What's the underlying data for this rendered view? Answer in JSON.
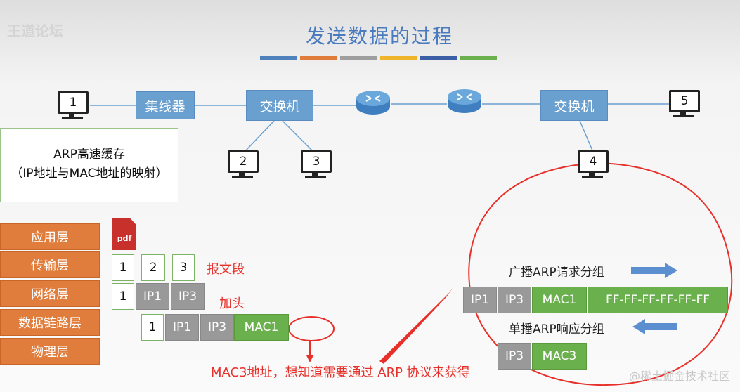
{
  "watermark": "王道论坛",
  "title": "发送数据的过程",
  "colors": {
    "title": "#4a7bbf",
    "bars": [
      "#4f81bd",
      "#e07d3c",
      "#9e9e9e",
      "#f0b429",
      "#3b5ea6",
      "#6ab04c"
    ],
    "device": "#6aa0d0",
    "layer": "#e07d3c",
    "header_gray": "#999999",
    "mac_green": "#6ab04c",
    "annotation_red": "#e8302a"
  },
  "network": {
    "hosts": [
      "1",
      "2",
      "3",
      "4",
      "5"
    ],
    "hub": "集线器",
    "switch_left": "交换机",
    "switch_right": "交换机",
    "router_icons": [
      "router-icon",
      "router-icon"
    ]
  },
  "arp_cache": {
    "line1": "ARP高速缓存",
    "line2": "（IP地址与MAC地址的映射）"
  },
  "layers": [
    "应用层",
    "传输层",
    "网络层",
    "数据链路层",
    "物理层"
  ],
  "app_data_icon": "pdf",
  "segments": [
    "1",
    "2",
    "3"
  ],
  "segment_label": "报文段",
  "network_packet": {
    "seg": "1",
    "src_ip": "IP1",
    "dst_ip": "IP3"
  },
  "header_label": "加头",
  "frame": {
    "seg": "1",
    "src_ip": "IP1",
    "dst_ip": "IP3",
    "src_mac": "MAC1"
  },
  "note": "MAC3地址，想知道需要通过 ARP 协议来获得",
  "arp_request": {
    "label": "广播ARP请求分组",
    "fields": [
      "IP1",
      "IP3",
      "MAC1",
      "FF-FF-FF-FF-FF-FF"
    ]
  },
  "arp_reply": {
    "label": "单播ARP响应分组",
    "fields": [
      "IP3",
      "MAC3"
    ]
  },
  "credit": "@稀土掘金技术社区"
}
